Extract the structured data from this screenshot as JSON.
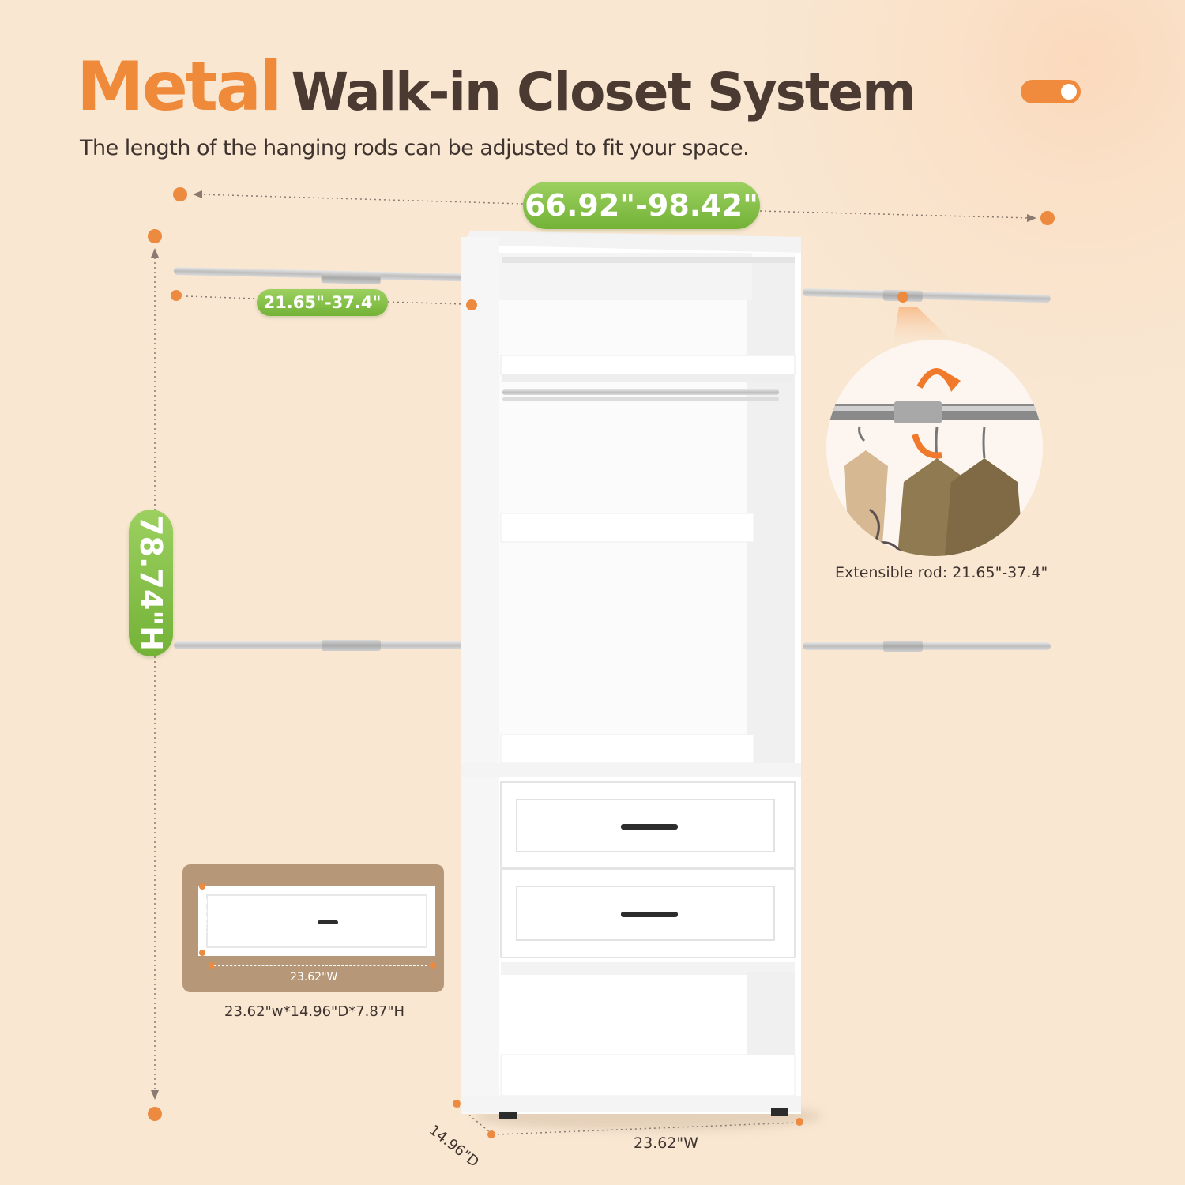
{
  "title": {
    "accent": "Metal",
    "main": "Walk-in Closet System",
    "subtitle": "The length of the hanging rods can be adjusted to fit your space."
  },
  "dimensions": {
    "overall_width": "66.92\"-98.42\"",
    "rod_length": "21.65\"-37.4\"",
    "height": "78.74\"H",
    "unit_width": "23.62\"W",
    "unit_depth": "14.96\"D"
  },
  "drawer_callout": {
    "height": "7.87\"H",
    "width": "23.62\"W",
    "caption": "23.62\"w*14.96\"D*7.87\"H"
  },
  "rod_callout": {
    "caption": "Extensible rod: 21.65\"-37.4\""
  },
  "colors": {
    "accent_orange": "#ef8a3a",
    "pill_green": "#7dbb42",
    "background": "#f9e7d2",
    "text_dark": "#4a3a32"
  },
  "icons": {
    "toggle": "toggle-switch-on",
    "rotation": "rotate-arrow-icon"
  }
}
